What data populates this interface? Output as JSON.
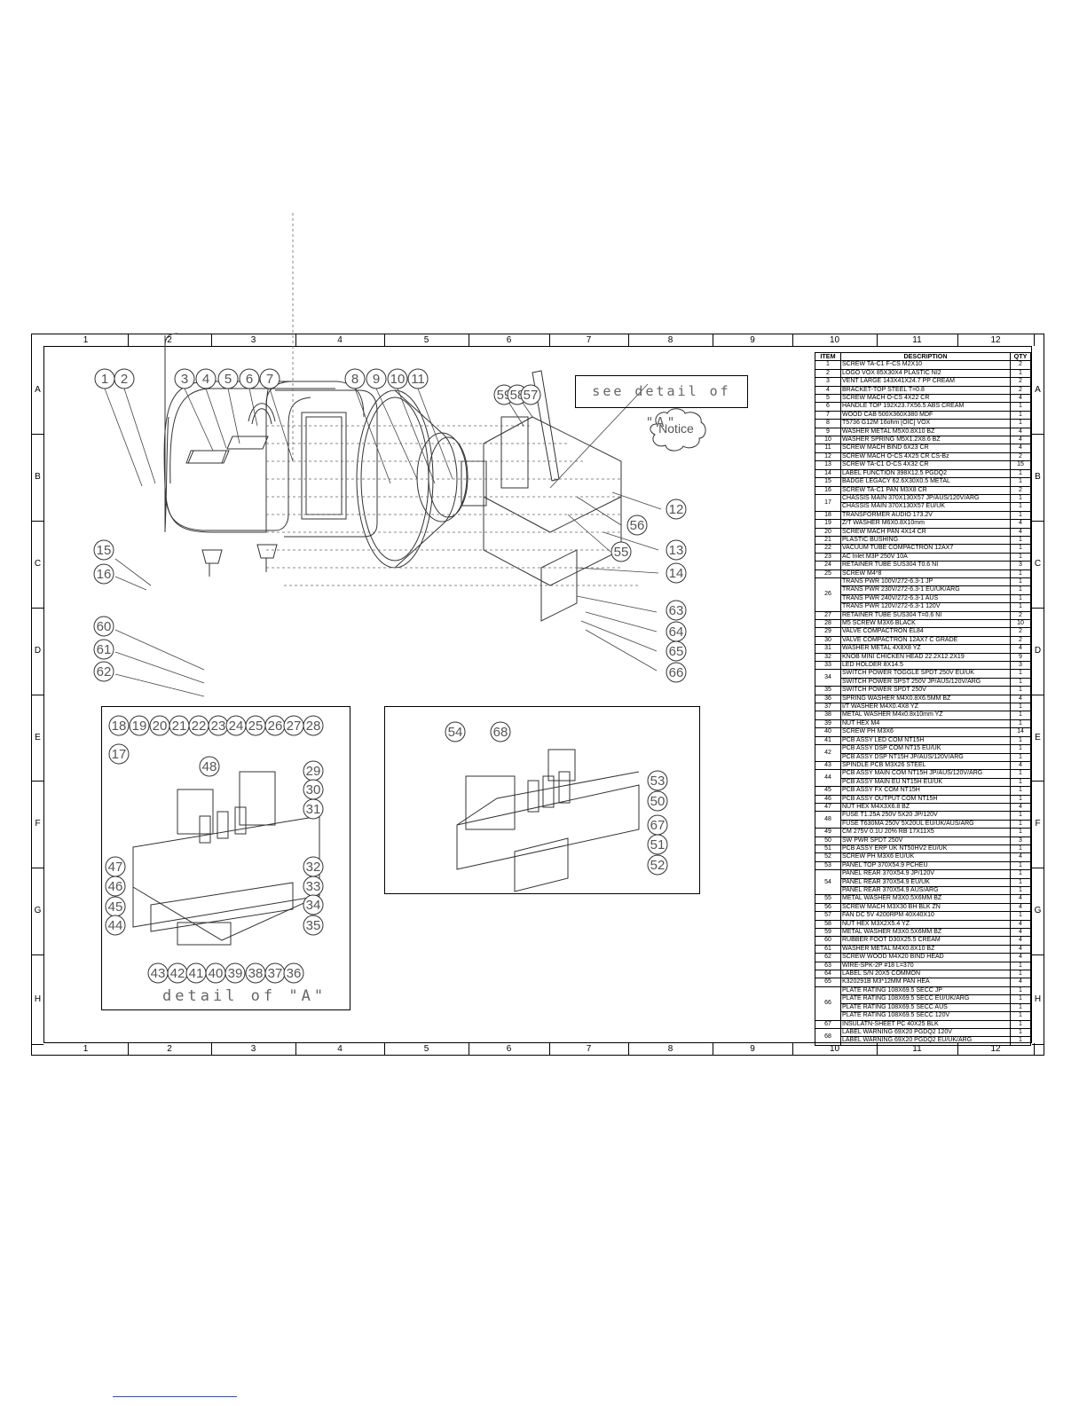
{
  "drawing": {
    "column_numbers": [
      "1",
      "2",
      "3",
      "4",
      "5",
      "6",
      "7",
      "8",
      "9",
      "10",
      "11",
      "12"
    ],
    "row_letters": [
      "A",
      "B",
      "C",
      "D",
      "E",
      "F",
      "G",
      "H"
    ],
    "callout_see_detail": "see detail of \"A\"",
    "notice": "Notice",
    "detail_label": "detail of \"A\"",
    "bubbles_main": [
      "1",
      "2",
      "3",
      "4",
      "5",
      "6",
      "7",
      "8",
      "9",
      "10",
      "11",
      "59",
      "58",
      "57",
      "12",
      "56",
      "55",
      "13",
      "14",
      "15",
      "16",
      "63",
      "64",
      "65",
      "66",
      "60",
      "61",
      "62"
    ],
    "bubbles_detail_a": [
      "18",
      "19",
      "20",
      "21",
      "22",
      "23",
      "24",
      "25",
      "26",
      "27",
      "28",
      "17",
      "48",
      "29",
      "30",
      "31",
      "32",
      "33",
      "34",
      "35",
      "47",
      "46",
      "45",
      "44",
      "43",
      "42",
      "41",
      "40",
      "39",
      "38",
      "37",
      "36"
    ],
    "bubbles_chassis": [
      "54",
      "68",
      "53",
      "50",
      "67",
      "51",
      "52"
    ]
  },
  "bom": {
    "headers": {
      "item": "ITEM",
      "description": "DESCRIPTION",
      "qty": "QTY"
    },
    "rows": [
      {
        "item": "1",
        "lines": [
          [
            "SCREW TA-C1 F-CS M2X10",
            "2"
          ]
        ]
      },
      {
        "item": "2",
        "lines": [
          [
            "LOGO VOX 85X30X4 PLASTIC NI2",
            "1"
          ]
        ]
      },
      {
        "item": "3",
        "lines": [
          [
            "VENT LARGE 143X41X24.7  PP CREAM",
            "2"
          ]
        ]
      },
      {
        "item": "4",
        "lines": [
          [
            "BRACKET-TOP STEEL T=0.8",
            "2"
          ]
        ]
      },
      {
        "item": "5",
        "lines": [
          [
            "SCREW MACH O-CS 4X22 CR",
            "4"
          ]
        ]
      },
      {
        "item": "6",
        "lines": [
          [
            "HANDLE TOP 192X23.7X56.5 ABS CREAM",
            "1"
          ]
        ]
      },
      {
        "item": "7",
        "lines": [
          [
            "WOOD CAB 500X360X380 MDF",
            "1"
          ]
        ]
      },
      {
        "item": "8",
        "lines": [
          [
            "T5736 G12M 16ohm [OIC] VOX",
            "1"
          ]
        ]
      },
      {
        "item": "9",
        "lines": [
          [
            "WASHER METAL M5X0.8X10   BZ",
            "4"
          ]
        ]
      },
      {
        "item": "10",
        "lines": [
          [
            "WASHER SPRING M5X1.2X8.6 BZ",
            "4"
          ]
        ]
      },
      {
        "item": "11",
        "lines": [
          [
            "SCREW MACH BIND 6X23 CR",
            "4"
          ]
        ]
      },
      {
        "item": "12",
        "lines": [
          [
            "SCREW MACH O-CS 4X25 CR  CS-Bz",
            "2"
          ]
        ]
      },
      {
        "item": "13",
        "lines": [
          [
            "SCREW TA-C1 O-CS 4X32 CR",
            "15"
          ]
        ]
      },
      {
        "item": "14",
        "lines": [
          [
            "LABEL FUNCTION 398X12.5  PGDQ2",
            "1"
          ]
        ]
      },
      {
        "item": "15",
        "lines": [
          [
            "BADGE LEGACY 62.6X30X0.5 METAL",
            "1"
          ]
        ]
      },
      {
        "item": "16",
        "lines": [
          [
            "SCREW TA-C1 PAN M3X8 CR",
            "2"
          ]
        ]
      },
      {
        "item": "17",
        "lines": [
          [
            "CHASSIS MAIN 370X130X57  JP/AUS/120V/ARG",
            "1"
          ],
          [
            "CHASSIS MAIN 370X130X57  EU/UK",
            "1"
          ]
        ]
      },
      {
        "item": "18",
        "lines": [
          [
            "TRANSFORMER AUDIO 173.2V",
            "1"
          ]
        ]
      },
      {
        "item": "19",
        "lines": [
          [
            "Z/T WASHER M6X0.8X10mm",
            "4"
          ]
        ]
      },
      {
        "item": "20",
        "lines": [
          [
            "SCREW MACH PAN 4X14 CR",
            "4"
          ]
        ]
      },
      {
        "item": "21",
        "lines": [
          [
            "PLASTIC BUSHING",
            "1"
          ]
        ]
      },
      {
        "item": "22",
        "lines": [
          [
            "VACUUM TUBE COMPACTRON   12AX7",
            "1"
          ]
        ]
      },
      {
        "item": "23",
        "lines": [
          [
            "AC Inlet M3P 250V 10A",
            "1"
          ]
        ]
      },
      {
        "item": "24",
        "lines": [
          [
            "RETAINER TUBE SUS304 T0.6 NI",
            "3"
          ]
        ]
      },
      {
        "item": "25",
        "lines": [
          [
            "SCREW M4*8",
            "1"
          ]
        ]
      },
      {
        "item": "26",
        "lines": [
          [
            "TRANS PWR 100V/272-6.3-1 JP",
            "1"
          ],
          [
            "TRANS PWR 230V/272-6.3-1 EU/UK/ARG",
            "1"
          ],
          [
            "TRANS PWR 240V/272-6.3-1 AUS",
            "1"
          ],
          [
            "TRANS PWR 120V/272-6.3-1 120V",
            "1"
          ]
        ]
      },
      {
        "item": "27",
        "lines": [
          [
            "RETAINER TUBE SUS304 T=0.6 NI",
            "2"
          ]
        ]
      },
      {
        "item": "28",
        "lines": [
          [
            "M5 SCREW M3X6 BLACK",
            "10"
          ]
        ]
      },
      {
        "item": "29",
        "lines": [
          [
            "VALVE COMPACTRON EL84",
            "2"
          ]
        ]
      },
      {
        "item": "30",
        "lines": [
          [
            "VALVE COMPACTRON 12AX7 C GRADE",
            "2"
          ]
        ]
      },
      {
        "item": "31",
        "lines": [
          [
            "WASHER METAL 4X8X8 YZ",
            "4"
          ]
        ]
      },
      {
        "item": "32",
        "lines": [
          [
            "KNOB MINI CHICKEN HEAD 22.2X12.2X19",
            "9"
          ]
        ]
      },
      {
        "item": "33",
        "lines": [
          [
            "LED HOLDER 8X14.5",
            "3"
          ]
        ]
      },
      {
        "item": "34",
        "lines": [
          [
            "SWITCH POWER TOGGLE SPDT 250V EU/UK",
            "1"
          ],
          [
            "SWITCH POWER SPST 250V JP/AUS/120V/ARG",
            "1"
          ]
        ]
      },
      {
        "item": "35",
        "lines": [
          [
            "SWITCH POWER SPDT 250V",
            "1"
          ]
        ]
      },
      {
        "item": "36",
        "lines": [
          [
            "SPRING WASHER M4X0.8X6.5MM BZ",
            "4"
          ]
        ]
      },
      {
        "item": "37",
        "lines": [
          [
            "I/T WASHER M4X0.4X8 YZ",
            "1"
          ]
        ]
      },
      {
        "item": "38",
        "lines": [
          [
            "METAL WASHER M4x0.8x10mm YZ",
            "1"
          ]
        ]
      },
      {
        "item": "39",
        "lines": [
          [
            "NUT HEX M4",
            "1"
          ]
        ]
      },
      {
        "item": "40",
        "lines": [
          [
            "SCREW PH M3X6",
            "14"
          ]
        ]
      },
      {
        "item": "41",
        "lines": [
          [
            "PCB ASSY LED COM NT15H",
            "1"
          ]
        ]
      },
      {
        "item": "42",
        "lines": [
          [
            "PCB ASSY DSP COM NT15 EU/UK",
            "1"
          ],
          [
            "PCB ASSY DSP NT15H JP/AUS/120V/ARG",
            "1"
          ]
        ]
      },
      {
        "item": "43",
        "lines": [
          [
            "SPINDLE PCB M3X26 STEEL",
            "4"
          ]
        ]
      },
      {
        "item": "44",
        "lines": [
          [
            "PCB ASSY MAIN COM NT15H  JP/AUS/120V/ARG",
            "1"
          ],
          [
            "PCB ASSY MAIN EU NT15H EU/UK",
            "1"
          ]
        ]
      },
      {
        "item": "45",
        "lines": [
          [
            "PCB ASSY FX COM NT15H",
            "1"
          ]
        ]
      },
      {
        "item": "46",
        "lines": [
          [
            "PCB ASSY OUTPUT COM NT15H",
            "1"
          ]
        ]
      },
      {
        "item": "47",
        "lines": [
          [
            "NUT HEX M4X3X6.8 BZ",
            "4"
          ]
        ]
      },
      {
        "item": "48",
        "lines": [
          [
            "FUSE T1.25A 250V 5X20 JP/120V",
            "1"
          ],
          [
            "FUSE T630MA 250V 5X20UL EU/UK/AUS/ARG",
            "1"
          ]
        ]
      },
      {
        "item": "49",
        "lines": [
          [
            "CM 275V 0.1U 20% RB 17X11X5",
            "1"
          ]
        ]
      },
      {
        "item": "50",
        "lines": [
          [
            "SW PWR SPDT 250V",
            "3"
          ]
        ]
      },
      {
        "item": "51",
        "lines": [
          [
            "PCB ASSY ERP UK NT50HV2 EU/UK",
            "1"
          ]
        ]
      },
      {
        "item": "52",
        "lines": [
          [
            "SCREW PH M3X6 EU/UK",
            "4"
          ]
        ]
      },
      {
        "item": "53",
        "lines": [
          [
            "PANEL TOP 370X54.9 PCHEU",
            "1"
          ]
        ]
      },
      {
        "item": "54",
        "lines": [
          [
            "PANEL REAR 370X54.9 JP/120V",
            "1"
          ],
          [
            "PANEL REAR 370X54.9 EU/UK",
            "1"
          ],
          [
            "PANEL REAR 370X54.9 AUS/ARG",
            "1"
          ]
        ]
      },
      {
        "item": "55",
        "lines": [
          [
            "METAL WASHER M3X0.5X6MM  BZ",
            "4"
          ]
        ]
      },
      {
        "item": "56",
        "lines": [
          [
            "SCREW MACH M3X30 BH BLK  ZN",
            "4"
          ]
        ]
      },
      {
        "item": "57",
        "lines": [
          [
            "FAN DC 5V 4200RPM 40X40X10",
            "1"
          ]
        ]
      },
      {
        "item": "58",
        "lines": [
          [
            "NUT HEX M3X2X5.4 YZ",
            "4"
          ]
        ]
      },
      {
        "item": "59",
        "lines": [
          [
            "METAL WASHER M3X0.5X6MM  BZ",
            "4"
          ]
        ]
      },
      {
        "item": "60",
        "lines": [
          [
            "RUBBER FOOT D30X25.5 CREAM",
            "4"
          ]
        ]
      },
      {
        "item": "61",
        "lines": [
          [
            "WASHER METAL M4X0.8X10 BZ",
            "4"
          ]
        ]
      },
      {
        "item": "62",
        "lines": [
          [
            "SCREW WOOD M4X20 BIND HEAD",
            "4"
          ]
        ]
      },
      {
        "item": "63",
        "lines": [
          [
            "WIRE-SPK-2P #18 L=370",
            "1"
          ]
        ]
      },
      {
        "item": "64",
        "lines": [
          [
            "LABEL S/N 20X5 COMMON",
            "1"
          ]
        ]
      },
      {
        "item": "65",
        "lines": [
          [
            "K320291B M3*12MM PAN HEA",
            "4"
          ]
        ]
      },
      {
        "item": "66",
        "lines": [
          [
            "PLATE RATING 108X69.5 SECC JP",
            "1"
          ],
          [
            "PLATE RATING 108X69.5 SECC EU/UK/ARG",
            "1"
          ],
          [
            "PLATE RATING 108X69.5 SECC AUS",
            "1"
          ],
          [
            "PLATE RATING 108X69.5 SECC 120V",
            "1"
          ]
        ]
      },
      {
        "item": "67",
        "lines": [
          [
            "INSULATN-SHEET PC 40X25  BLK",
            "1"
          ]
        ]
      },
      {
        "item": "68",
        "lines": [
          [
            "LABEL WARNING 69X20 PGDQ2 120V",
            "1"
          ],
          [
            "LABEL WARNING 69X20 PGDQ2 EU/UK/ARG",
            "1"
          ]
        ]
      }
    ]
  }
}
